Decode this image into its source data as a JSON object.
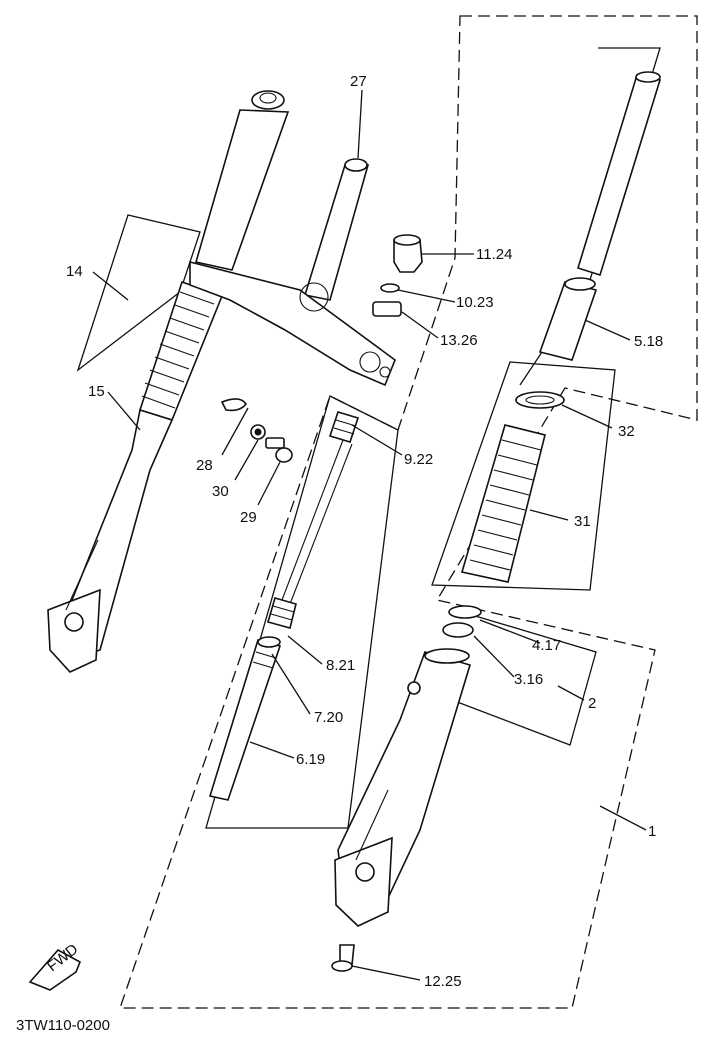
{
  "figure": {
    "code": "3TW110-0200",
    "fwd_label": "FWD"
  },
  "callouts": [
    {
      "id": "c27",
      "text": "27"
    },
    {
      "id": "c14",
      "text": "14"
    },
    {
      "id": "c15",
      "text": "15"
    },
    {
      "id": "c1124",
      "text": "11.24"
    },
    {
      "id": "c1023",
      "text": "10.23"
    },
    {
      "id": "c1326",
      "text": "13.26"
    },
    {
      "id": "c518",
      "text": "5.18"
    },
    {
      "id": "c32",
      "text": "32"
    },
    {
      "id": "c922",
      "text": "9.22"
    },
    {
      "id": "c28",
      "text": "28"
    },
    {
      "id": "c30",
      "text": "30"
    },
    {
      "id": "c29",
      "text": "29"
    },
    {
      "id": "c31",
      "text": "31"
    },
    {
      "id": "c417",
      "text": "4.17"
    },
    {
      "id": "c316",
      "text": "3.16"
    },
    {
      "id": "c2",
      "text": "2"
    },
    {
      "id": "c821",
      "text": "8.21"
    },
    {
      "id": "c720",
      "text": "7.20"
    },
    {
      "id": "c619",
      "text": "6.19"
    },
    {
      "id": "c1",
      "text": "1"
    },
    {
      "id": "c1225",
      "text": "12.25"
    }
  ]
}
